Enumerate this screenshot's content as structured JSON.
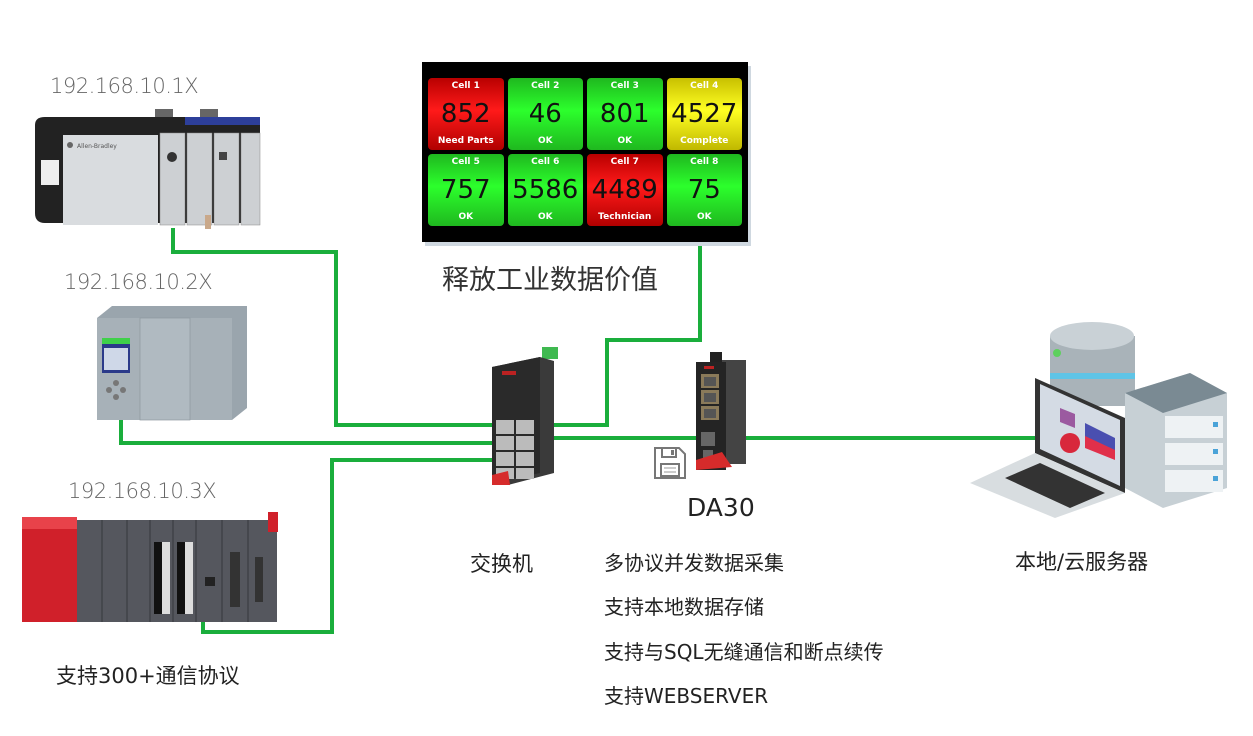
{
  "devices": {
    "plc1": {
      "ip": "192.168.10.1X",
      "vendor_label": "Allen-Bradley"
    },
    "plc2": {
      "ip": "192.168.10.2X"
    },
    "plc3": {
      "ip": "192.168.10.3X",
      "caption": "支持300+通信协议"
    }
  },
  "dashboard": {
    "caption": "释放工业数据价值",
    "cells": [
      {
        "name": "Cell 1",
        "value": "852",
        "status": "Need Parts",
        "color": "red"
      },
      {
        "name": "Cell 2",
        "value": "46",
        "status": "OK",
        "color": "green"
      },
      {
        "name": "Cell 3",
        "value": "801",
        "status": "OK",
        "color": "green"
      },
      {
        "name": "Cell 4",
        "value": "4527",
        "status": "Complete",
        "color": "yellow"
      },
      {
        "name": "Cell 5",
        "value": "757",
        "status": "OK",
        "color": "green"
      },
      {
        "name": "Cell 6",
        "value": "5586",
        "status": "OK",
        "color": "green"
      },
      {
        "name": "Cell 7",
        "value": "4489",
        "status": "Technician",
        "color": "red"
      },
      {
        "name": "Cell 8",
        "value": "75",
        "status": "OK",
        "color": "green"
      }
    ]
  },
  "switch": {
    "caption": "交换机"
  },
  "gateway": {
    "name": "DA30",
    "features": [
      "多协议并发数据采集",
      "支持本地数据存储",
      "支持与SQL无缝通信和断点续传",
      "支持WEBSERVER"
    ]
  },
  "server": {
    "caption": "本地/云服务器"
  },
  "colors": {
    "link": "#1aae3c",
    "red": "#ff1a1a",
    "green": "#2cff2c",
    "yellow": "#ffff22"
  }
}
